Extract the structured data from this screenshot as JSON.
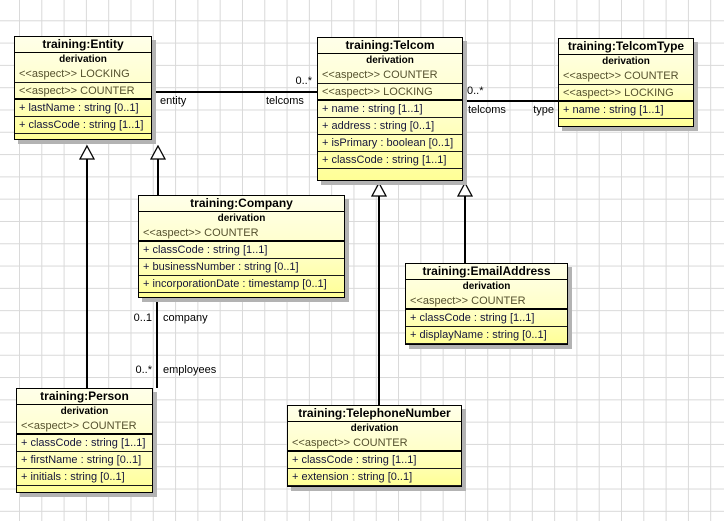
{
  "classes": {
    "entity": {
      "title": "training:Entity",
      "subtitle": "derivation",
      "aspects": [
        "<<aspect>> LOCKING",
        "<<aspect>> COUNTER"
      ],
      "attributes": [
        "+ lastName : string [0..1]",
        "+ classCode : string [1..1]"
      ]
    },
    "telcom": {
      "title": "training:Telcom",
      "subtitle": "derivation",
      "aspects": [
        "<<aspect>> COUNTER",
        "<<aspect>> LOCKING"
      ],
      "attributes": [
        "+ name : string [1..1]",
        "+ address : string [0..1]",
        "+ isPrimary : boolean [0..1]",
        "+ classCode : string [1..1]"
      ]
    },
    "telcomType": {
      "title": "training:TelcomType",
      "subtitle": "derivation",
      "aspects": [
        "<<aspect>> COUNTER",
        "<<aspect>> LOCKING"
      ],
      "attributes": [
        "+ name : string [1..1]"
      ]
    },
    "company": {
      "title": "training:Company",
      "subtitle": "derivation",
      "aspects": [
        "<<aspect>> COUNTER"
      ],
      "attributes": [
        "+ classCode : string [1..1]",
        "+ businessNumber : string [0..1]",
        "+ incorporationDate : timestamp [0..1]"
      ]
    },
    "emailAddress": {
      "title": "training:EmailAddress",
      "subtitle": "derivation",
      "aspects": [
        "<<aspect>> COUNTER"
      ],
      "attributes": [
        "+ classCode : string [1..1]",
        "+ displayName : string [0..1]"
      ]
    },
    "person": {
      "title": "training:Person",
      "subtitle": "derivation",
      "aspects": [
        "<<aspect>> COUNTER"
      ],
      "attributes": [
        "+ classCode : string [1..1]",
        "+ firstName : string [0..1]",
        "+ initials : string [0..1]"
      ]
    },
    "telephoneNumber": {
      "title": "training:TelephoneNumber",
      "subtitle": "derivation",
      "aspects": [
        "<<aspect>> COUNTER"
      ],
      "attributes": [
        "+ classCode : string [1..1]",
        "+ extension : string [0..1]"
      ]
    }
  },
  "edges": {
    "entity_telcoms": {
      "multiplicity": "0..*",
      "source_role": "entity",
      "target_role": "telcoms"
    },
    "telcom_type": {
      "multiplicity": "0..*",
      "source_role": "telcoms",
      "target_role": "type"
    },
    "company_employees": {
      "source_multiplicity": "0..1",
      "source_role": "company",
      "target_multiplicity": "0..*",
      "target_role": "employees"
    }
  },
  "colors": {
    "box_fill_top": "#ffffe9",
    "box_fill_bottom": "#ffff96",
    "box_border": "#000000",
    "box_shadow": "#b3b3b3",
    "grid_line": "#d9d9d9",
    "canvas_bg": "#ffffff",
    "aspect_text": "#55512e",
    "attribute_text": "#14143c"
  }
}
